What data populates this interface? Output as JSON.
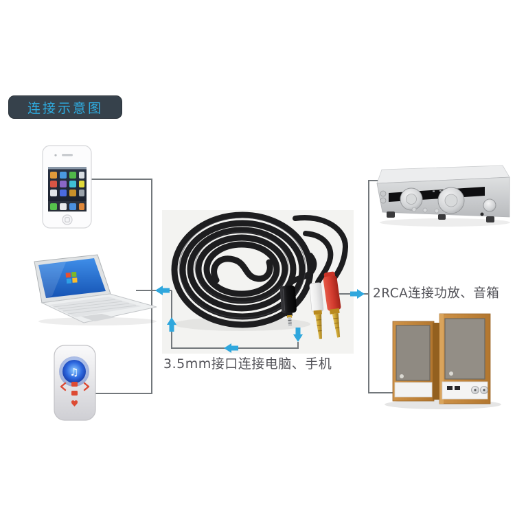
{
  "badge": {
    "label": "连接示意图"
  },
  "annotations": {
    "jack_note": "3.5mm接口连接电脑、手机",
    "rca_note": "2RCA连接功放、音箱"
  },
  "icons": {
    "music_note": "♫"
  },
  "colors": {
    "badge_bg": "#36414b",
    "badge_text": "#2fade2",
    "arrow_blue": "#2fa7dd",
    "line_gray": "#72777b",
    "label_text": "#515157",
    "photo_bg": "#f3f3f1",
    "rca_red": "#d23b2f",
    "gold": "#c79f2e",
    "wood": "#c08445"
  }
}
